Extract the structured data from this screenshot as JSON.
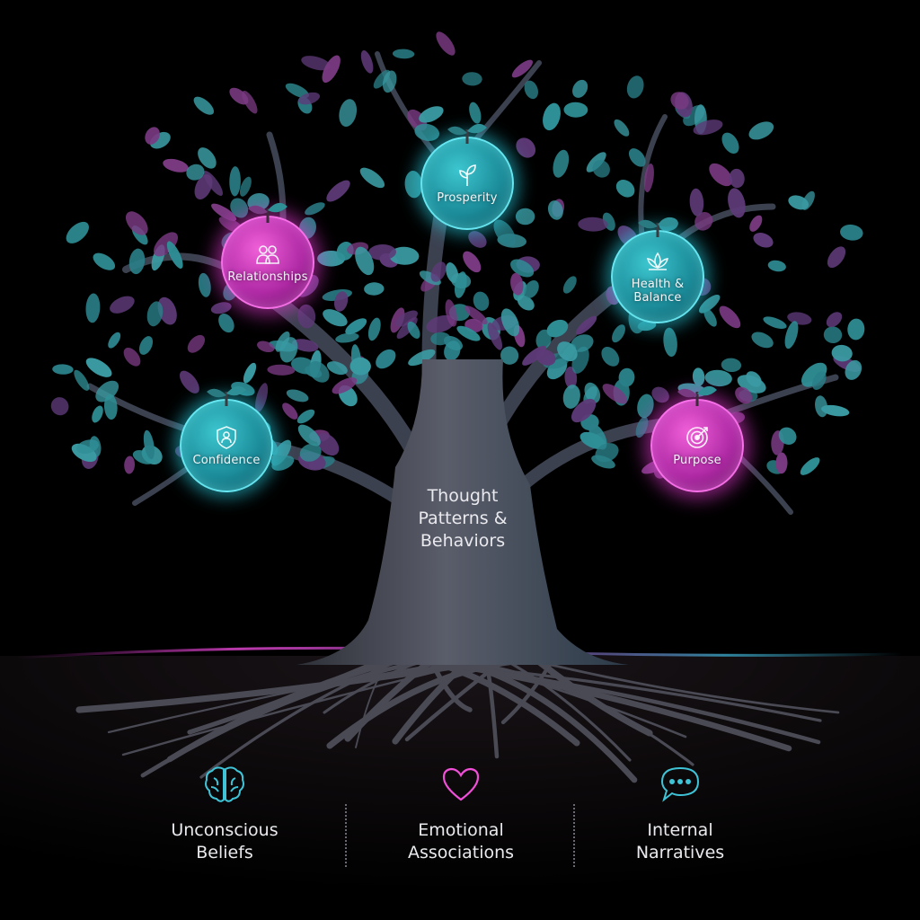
{
  "trunk": {
    "label_lines": [
      "Thought",
      "Patterns &",
      "Behaviors"
    ]
  },
  "fruits": [
    {
      "name": "relationships",
      "lines": [
        "Relationships"
      ],
      "color": "pink",
      "icon": "people-icon"
    },
    {
      "name": "prosperity",
      "lines": [
        "Prosperity"
      ],
      "color": "teal",
      "icon": "sprout-icon"
    },
    {
      "name": "health-balance",
      "lines": [
        "Health &",
        "Balance"
      ],
      "color": "teal",
      "icon": "lotus-icon"
    },
    {
      "name": "confidence",
      "lines": [
        "Confidence"
      ],
      "color": "teal",
      "icon": "shield-person-icon"
    },
    {
      "name": "purpose",
      "lines": [
        "Purpose"
      ],
      "color": "pink",
      "icon": "target-icon"
    }
  ],
  "roots": [
    {
      "name": "unconscious-beliefs",
      "lines": [
        "Unconscious",
        "Beliefs"
      ],
      "icon": "brain-icon",
      "color": "#3fc3d6"
    },
    {
      "name": "emotional-associations",
      "lines": [
        "Emotional",
        "Associations"
      ],
      "icon": "heart-icon",
      "color": "#f04fd8"
    },
    {
      "name": "internal-narratives",
      "lines": [
        "Internal",
        "Narratives"
      ],
      "icon": "speech-bubble-icon",
      "color": "#3fc3d6"
    }
  ],
  "colors": {
    "background": "#000000",
    "teal": "#3cc6cf",
    "pink": "#f060d8",
    "trunk": "#4a4e5c",
    "leaf_teal": "#2f8f96",
    "leaf_purple": "#7a3a82"
  }
}
